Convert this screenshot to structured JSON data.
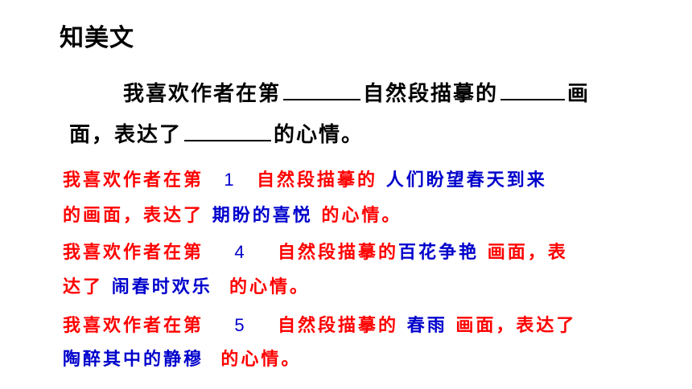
{
  "title": "知美文",
  "prompt": {
    "line1_a": "我喜欢作者在第",
    "line1_b": "自然段描摹的",
    "line1_c": "画",
    "line2_a": "面，表达了",
    "line2_b": "的心情。"
  },
  "answers": [
    {
      "prefix": "我喜欢作者在第",
      "number": "1",
      "middle": "自然段描摹的",
      "fill_scene": "人们盼望春天到来",
      "line2_start": "的画面，表达了",
      "fill_feeling": "期盼的喜悦",
      "suffix": "的心情。"
    },
    {
      "prefix": "我喜欢作者在第",
      "number": "4",
      "middle": "自然段描摹的",
      "fill_scene": "百花争艳",
      "after_scene": "画面，表",
      "line2_start": "达了",
      "fill_feeling": "闹春时欢乐",
      "suffix": "的心情。"
    },
    {
      "prefix": "我喜欢作者在第",
      "number": "5",
      "middle": "自然段描摹的",
      "fill_scene": "春雨",
      "after_scene": "画面，表达了",
      "fill_feeling": "陶醉其中的静穆",
      "suffix": "的心情。"
    }
  ],
  "colors": {
    "template_text": "#ff0000",
    "fill_text": "#0000cc",
    "prompt_text": "#000000"
  }
}
